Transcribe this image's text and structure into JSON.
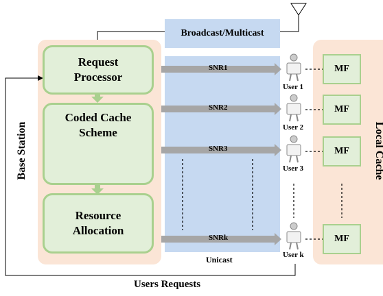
{
  "base_station": {
    "label": "Base Station",
    "blocks": {
      "request_processor": "Request Processor",
      "coded_cache": "Coded Cache Scheme",
      "resource_allocation": "Resource Allocation"
    }
  },
  "broadcast_label": "Broadcast/Multicast",
  "unicast_label": "Unicast",
  "links": [
    {
      "snr": "SNR1",
      "user": "User 1"
    },
    {
      "snr": "SNR2",
      "user": "User 2"
    },
    {
      "snr": "SNR3",
      "user": "User 3"
    },
    {
      "snr": "SNRk",
      "user": "User k"
    }
  ],
  "local_cache": {
    "label": "Local Cache",
    "mf_label": "MF"
  },
  "feedback_label": "Users Requests",
  "colors": {
    "panel_peach": "#fbe5d6",
    "channel_blue": "#c6d9f1",
    "block_green_fill": "#e2efd9",
    "block_green_border": "#a9d08e",
    "arrow_gray": "#a6a6a6"
  }
}
